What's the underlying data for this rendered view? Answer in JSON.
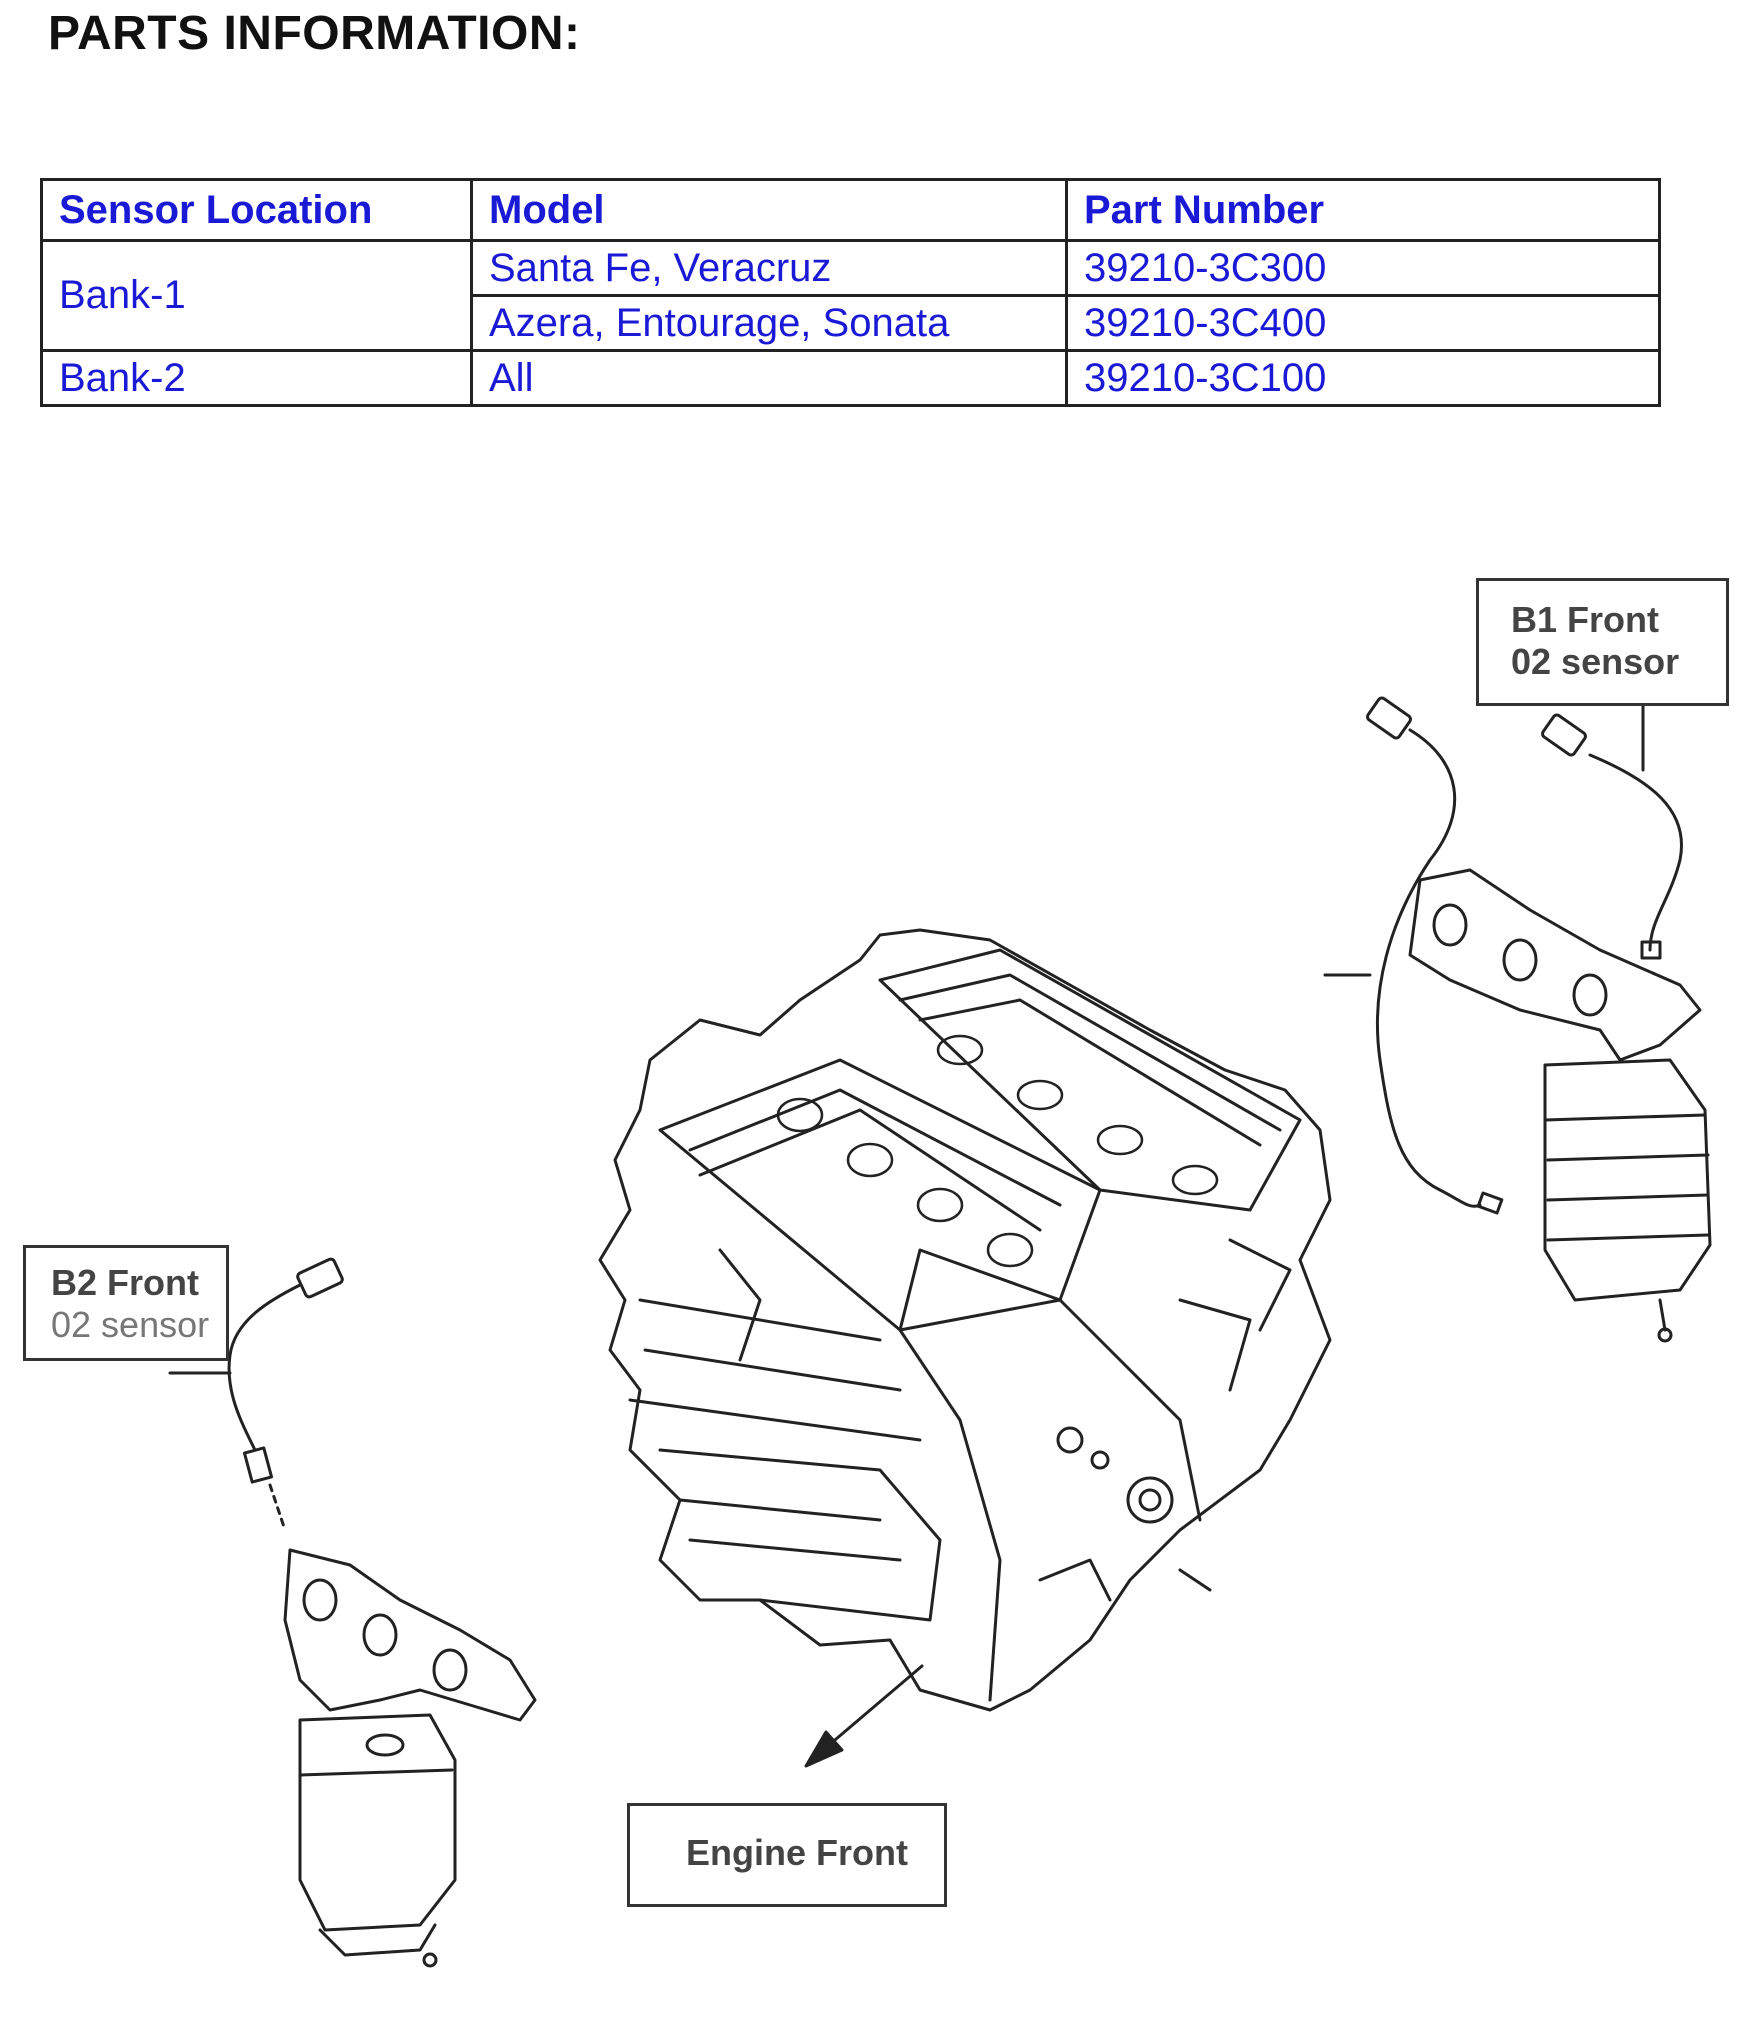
{
  "page": {
    "title": "PARTS INFORMATION:"
  },
  "table": {
    "headers": [
      "Sensor Location",
      "Model",
      "Part Number"
    ],
    "rows": [
      {
        "location": "Bank-1",
        "model": "Santa Fe, Veracruz",
        "part_number": "39210-3C300"
      },
      {
        "location": "",
        "model": "Azera, Entourage, Sonata",
        "part_number": "39210-3C400"
      },
      {
        "location": "Bank-2",
        "model": "All",
        "part_number": "39210-3C100"
      }
    ],
    "text_color": "#1a1ad6"
  },
  "diagram": {
    "callouts": {
      "b1_line1": "B1 Front",
      "b1_line2": "02 sensor",
      "b2_line1": "B2 Front",
      "b2_line2": "02 sensor",
      "engine_front": "Engine Front"
    }
  }
}
